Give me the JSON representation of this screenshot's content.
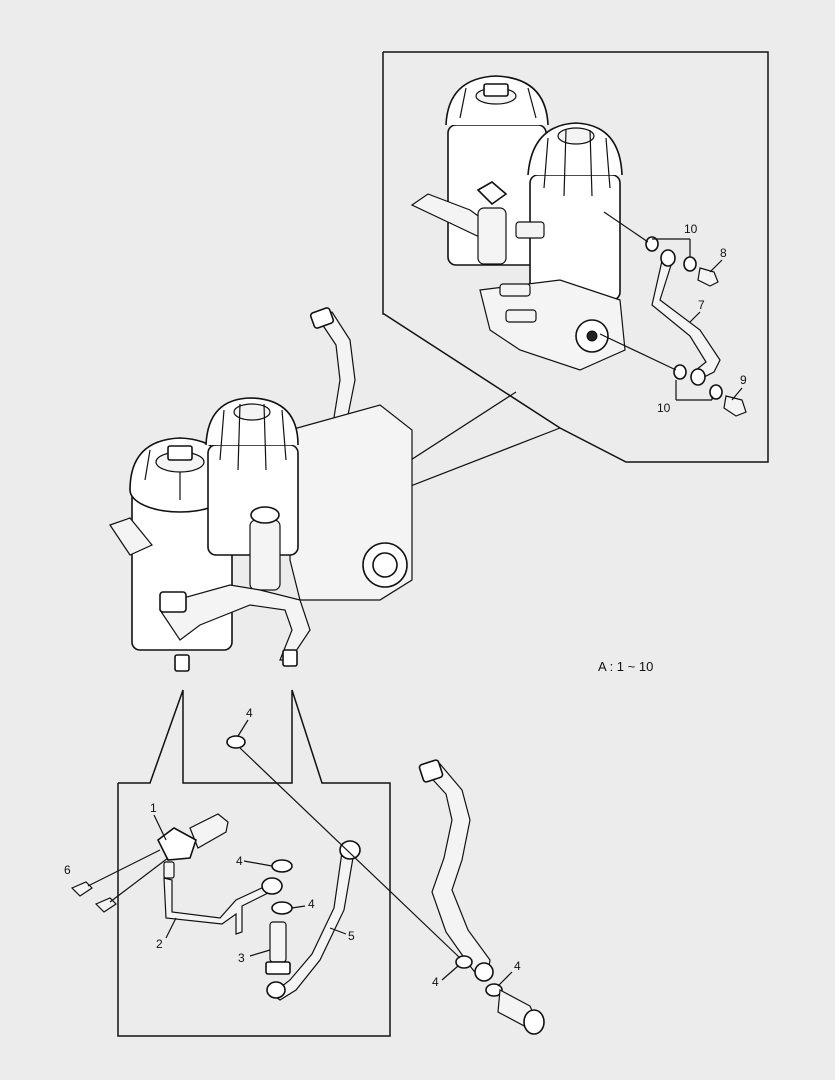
{
  "diagram": {
    "scale_note": "A : 1 ~ 10",
    "callouts": {
      "c1": "1",
      "c2": "2",
      "c3": "3",
      "c4a": "4",
      "c4b": "4",
      "c4c": "4",
      "c4d": "4",
      "c4e": "4",
      "c5": "5",
      "c6": "6",
      "c7": "7",
      "c8": "8",
      "c9": "9",
      "c10a": "10",
      "c10b": "10"
    }
  }
}
